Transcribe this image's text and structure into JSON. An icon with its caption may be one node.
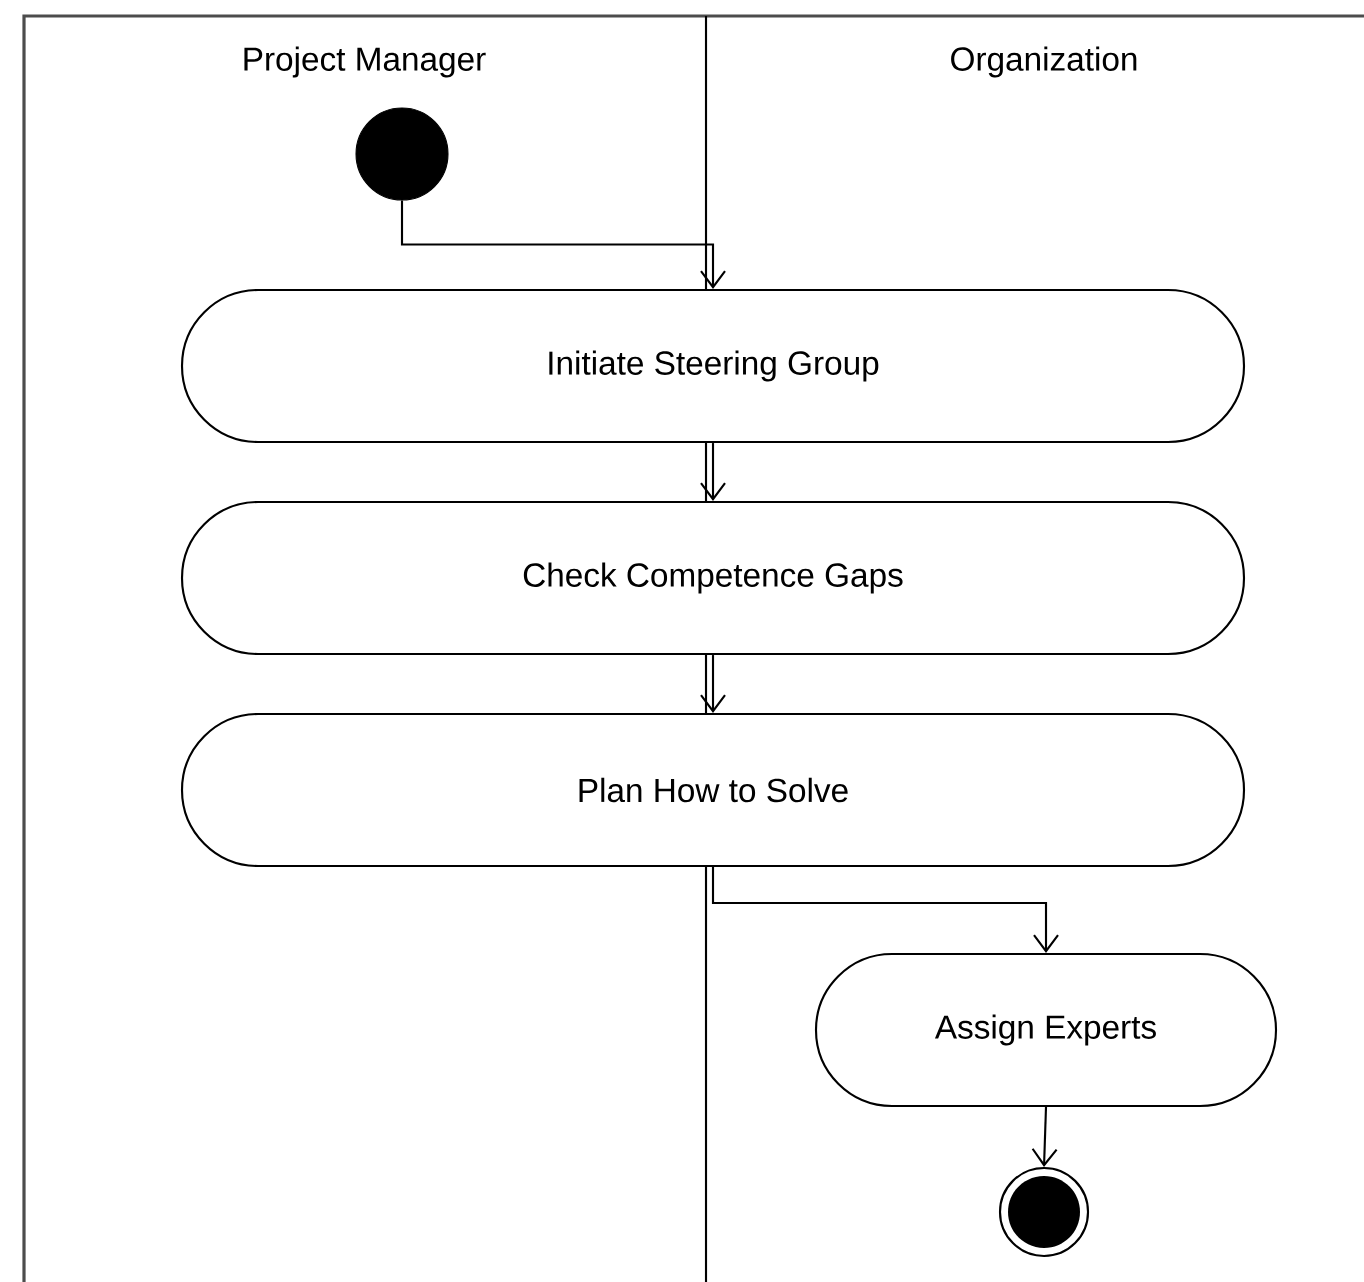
{
  "diagram": {
    "nodes": [
      {
        "text": [],
        "shape": "circle"
      },
      {
        "text": [
          "Initiate Steering Group"
        ]
      },
      {
        "text": [
          "Check Competence Gaps"
        ]
      },
      {
        "text": [
          "Plan How to Solve"
        ]
      },
      {
        "text": [
          "Assign Experts"
        ]
      },
      {
        "text": [],
        "shape": "circle"
      }
    ],
    "edges": [
      {
        "from": 0,
        "to": 1,
        "arrow": "to"
      },
      {
        "from": 1,
        "to": 2,
        "arrow": "to"
      },
      {
        "from": 2,
        "to": 3,
        "arrow": "to"
      },
      {
        "from": 3,
        "to": 4,
        "arrow": "to"
      },
      {
        "from": 4,
        "to": 5,
        "arrow": "to"
      }
    ],
    "labels": [
      "Project Manager",
      "Organization"
    ]
  }
}
